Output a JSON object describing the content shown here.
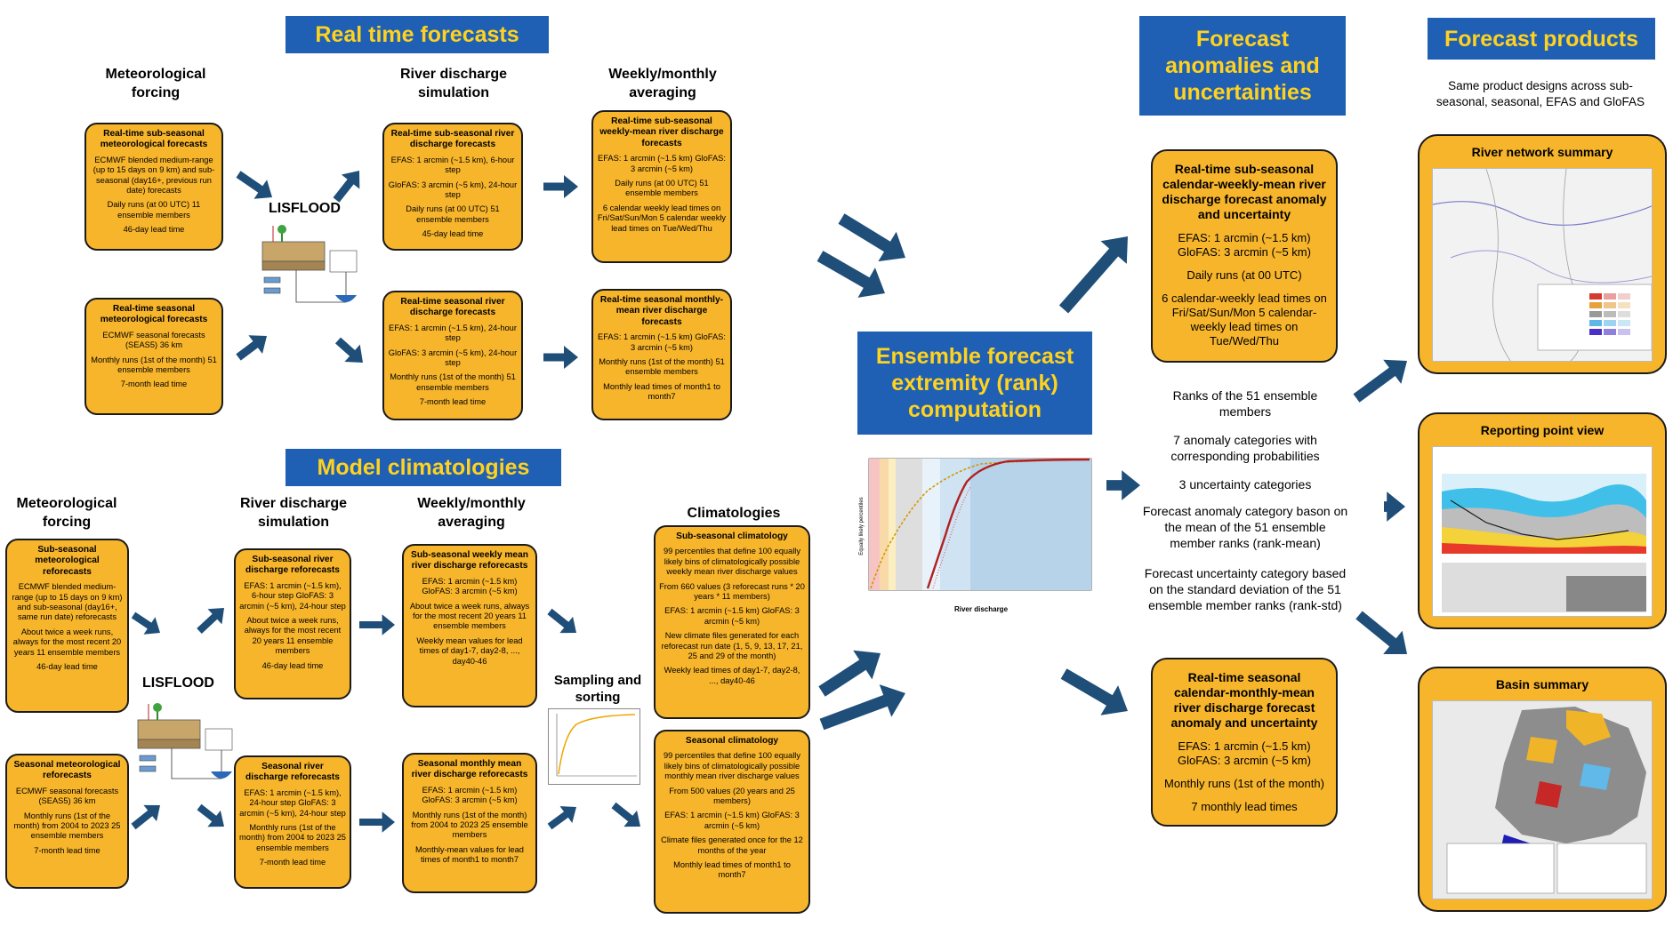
{
  "colors": {
    "banner_bg": "#1f5fb4",
    "banner_text": "#ffd21f",
    "box_fill": "#f7b52c",
    "arrow": "#1f4e79"
  },
  "banners": {
    "realtime": "Real time forecasts",
    "climatologies": "Model climatologies",
    "anomalies": "Forecast anomalies and uncertainties",
    "extremity": "Ensemble forecast extremity (rank) computation",
    "products": "Forecast products"
  },
  "headers": {
    "rt_met": "Meteorological forcing",
    "rt_river": "River discharge simulation",
    "rt_avg": "Weekly/monthly averaging",
    "cl_met": "Meteorological forcing",
    "cl_river": "River discharge simulation",
    "cl_avg": "Weekly/monthly averaging",
    "cl_clim": "Climatologies",
    "sampling": "Sampling and sorting"
  },
  "lisflood": {
    "top": "LISFLOOD",
    "bottom": "LISFLOOD"
  },
  "rt_boxes": {
    "subseasonal_met": {
      "title": "Real-time sub-seasonal meteorological forecasts",
      "lines": [
        "ECMWF blended medium-range (up to 15 days on 9 km) and sub-seasonal (day16+, previous run date) forecasts",
        "Daily runs (at 00 UTC) 11 ensemble members",
        "46-day lead time"
      ]
    },
    "seasonal_met": {
      "title": "Real-time seasonal meteorological forecasts",
      "lines": [
        "ECMWF seasonal forecasts (SEAS5) 36 km",
        "Monthly runs (1st of the month) 51 ensemble members",
        "7-month lead time"
      ]
    },
    "subseasonal_river": {
      "title": "Real-time sub-seasonal river discharge forecasts",
      "lines": [
        "EFAS: 1 arcmin (~1.5 km), 6-hour step",
        "GloFAS: 3 arcmin (~5 km), 24-hour step",
        "Daily runs (at 00 UTC) 51 ensemble members",
        "45-day lead time"
      ]
    },
    "seasonal_river": {
      "title": "Real-time seasonal river discharge forecasts",
      "lines": [
        "EFAS: 1 arcmin (~1.5 km), 24-hour step",
        "GloFAS: 3 arcmin (~5 km), 24-hour step",
        "Monthly runs (1st of the month) 51 ensemble members",
        "7-month lead time"
      ]
    },
    "subseasonal_avg": {
      "title": "Real-time sub-seasonal weekly-mean river discharge forecasts",
      "lines": [
        "EFAS: 1 arcmin (~1.5 km) GloFAS: 3 arcmin (~5 km)",
        "Daily runs (at 00 UTC) 51 ensemble members",
        "6 calendar weekly lead times on Fri/Sat/Sun/Mon 5 calendar weekly lead times on Tue/Wed/Thu"
      ]
    },
    "seasonal_avg": {
      "title": "Real-time seasonal monthly-mean river discharge forecasts",
      "lines": [
        "EFAS: 1 arcmin (~1.5 km) GloFAS: 3 arcmin (~5 km)",
        "Monthly runs (1st of the month) 51 ensemble members",
        "Monthly lead times of month1 to month7"
      ]
    }
  },
  "cl_boxes": {
    "subseasonal_met": {
      "title": "Sub-seasonal meteorological reforecasts",
      "lines": [
        "ECMWF blended medium-range (up to 15 days on 9 km) and sub-seasonal (day16+, same run date) reforecasts",
        "About twice a week runs, always for the most recent 20 years 11 ensemble members",
        "46-day lead time"
      ]
    },
    "seasonal_met": {
      "title": "Seasonal meteorological reforecasts",
      "lines": [
        "ECMWF seasonal forecasts (SEAS5) 36 km",
        "Monthly runs (1st of the month) from 2004 to 2023 25 ensemble members",
        "7-month lead time"
      ]
    },
    "subseasonal_river": {
      "title": "Sub-seasonal river discharge reforecasts",
      "lines": [
        "EFAS: 1 arcmin (~1.5 km), 6-hour step GloFAS: 3 arcmin (~5 km), 24-hour step",
        "About twice a week runs, always for the most recent 20 years 11 ensemble members",
        "46-day lead time"
      ]
    },
    "seasonal_river": {
      "title": "Seasonal river discharge reforecasts",
      "lines": [
        "EFAS: 1 arcmin (~1.5 km), 24-hour step GloFAS: 3 arcmin (~5 km), 24-hour step",
        "Monthly runs (1st of the month) from 2004 to 2023 25 ensemble members",
        "7-month lead time"
      ]
    },
    "subseasonal_avg": {
      "title": "Sub-seasonal weekly mean river discharge reforecasts",
      "lines": [
        "EFAS: 1 arcmin (~1.5 km) GloFAS: 3 arcmin (~5 km)",
        "About twice a week runs, always for the most recent 20 years 11 ensemble members",
        "Weekly mean values for lead times of day1-7, day2-8, ..., day40-46"
      ]
    },
    "seasonal_avg": {
      "title": "Seasonal monthly mean river discharge reforecasts",
      "lines": [
        "EFAS: 1 arcmin (~1.5 km) GloFAS: 3 arcmin (~5 km)",
        "Monthly runs (1st of the month) from 2004 to 2023 25 ensemble members",
        "Monthly-mean values for lead times of month1 to month7"
      ]
    },
    "subseasonal_clim": {
      "title": "Sub-seasonal climatology",
      "lines": [
        "99 percentiles that define 100 equally likely bins of climatologically possible weekly mean river discharge values",
        "From 660 values (3 reforecast runs * 20 years * 11 members)",
        "EFAS: 1 arcmin (~1.5 km) GloFAS: 3 arcmin (~5 km)",
        "New climate files generated for each reforecast run date (1, 5, 9, 13, 17, 21, 25 and 29 of the month)",
        "Weekly lead times of day1-7, day2-8, ..., day40-46"
      ]
    },
    "seasonal_clim": {
      "title": "Seasonal climatology",
      "lines": [
        "99 percentiles that define 100 equally likely bins of climatologically possible monthly mean river discharge values",
        "From 500 values (20 years and 25 members)",
        "EFAS: 1 arcmin (~1.5 km) GloFAS: 3 arcmin (~5 km)",
        "Climate files generated once for the 12 months of the year",
        "Monthly lead times of month1 to month7"
      ]
    }
  },
  "anom_boxes": {
    "subseasonal": {
      "title": "Real-time sub-seasonal calendar-weekly-mean river discharge forecast anomaly and uncertainty",
      "lines": [
        "EFAS: 1 arcmin (~1.5 km) GloFAS: 3 arcmin (~5 km)",
        "Daily runs (at 00 UTC)",
        "6 calendar-weekly lead times on Fri/Sat/Sun/Mon 5 calendar-weekly lead times on Tue/Wed/Thu"
      ]
    },
    "seasonal": {
      "title": "Real-time seasonal calendar-monthly-mean river discharge forecast anomaly and uncertainty",
      "lines": [
        "EFAS: 1 arcmin (~1.5 km) GloFAS: 3 arcmin (~5 km)",
        "Monthly runs (1st of the month)",
        "7 monthly lead times"
      ]
    }
  },
  "mid_texts": [
    "Ranks of the 51 ensemble members",
    "7 anomaly categories with corresponding probabilities",
    "3 uncertainty categories",
    "Forecast anomaly category bason on the mean of the 51 ensemble member ranks (rank-mean)",
    "Forecast uncertainty category based on the standard deviation of the 51 ensemble member ranks (rank-std)"
  ],
  "products": {
    "intro": "Same product designs across sub-seasonal, seasonal, EFAS and GloFAS",
    "river_network": "River network summary",
    "reporting_point": "Reporting point view",
    "basin": "Basin summary"
  },
  "extremity_chart": {
    "xlabel": "River discharge",
    "ylabel": "Equally likely percentiles"
  }
}
